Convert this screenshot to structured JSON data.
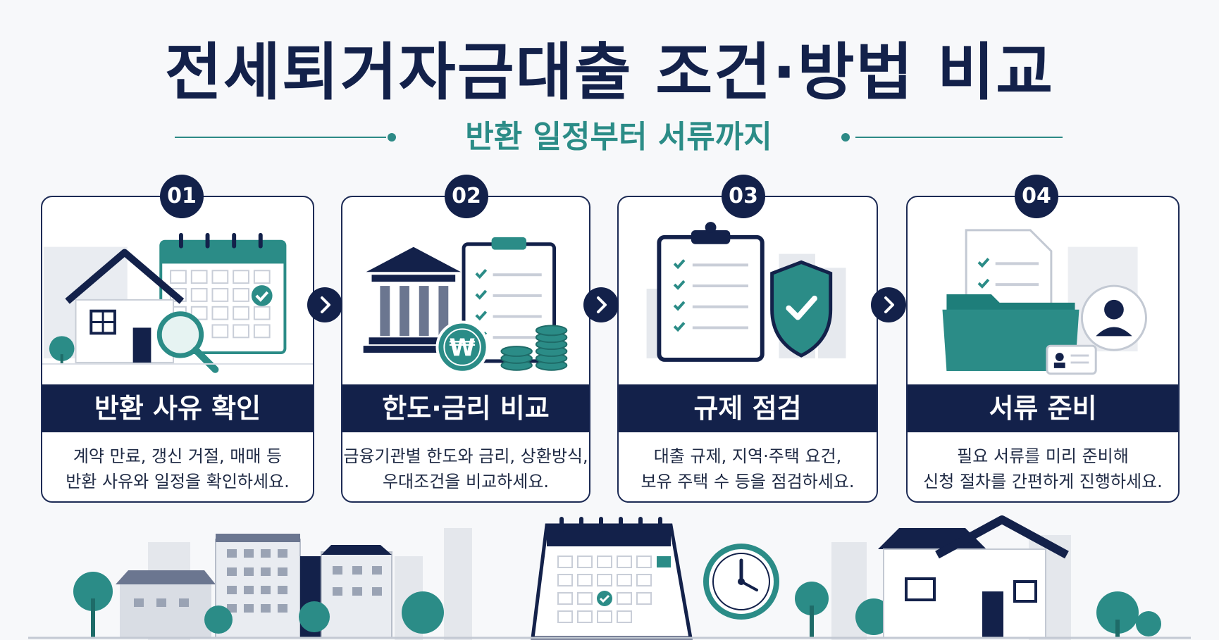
{
  "header": {
    "title": "전세퇴거자금대출 조건·방법 비교",
    "subtitle": "반환 일정부터 서류까지"
  },
  "steps": [
    {
      "number": "01",
      "title": "반환 사유 확인",
      "desc": [
        "계약 만료, 갱신 거절, 매매 등",
        "반환 사유와 일정을 확인하세요."
      ]
    },
    {
      "number": "02",
      "title": "한도·금리 비교",
      "desc": [
        "금융기관별 한도와 금리, 상환방식,",
        "우대조건을 비교하세요."
      ]
    },
    {
      "number": "03",
      "title": "규제 점검",
      "desc": [
        "대출 규제, 지역·주택 요건,",
        "보유 주택 수 등을 점검하세요."
      ]
    },
    {
      "number": "04",
      "title": "서류 준비",
      "desc": [
        "필요 서류를 미리 준비해",
        "신청 절차를 간편하게 진행하세요."
      ]
    }
  ],
  "icons": {
    "step1": [
      "house-icon",
      "magnifier-icon",
      "calendar-check-icon"
    ],
    "step2": [
      "bank-icon",
      "checklist-icon",
      "won-coin-icon",
      "coin-stack-icon"
    ],
    "step3": [
      "clipboard-checklist-icon",
      "shield-check-icon"
    ],
    "step4": [
      "document-icon",
      "folder-icon",
      "user-id-card-icon"
    ],
    "arrows": "chevron-right-icon",
    "scene": [
      "buildings-icon",
      "calendar-icon",
      "clock-icon",
      "house-icon",
      "tree-icon"
    ]
  },
  "colors": {
    "navy": "#13214a",
    "teal": "#2b8c87",
    "background": "#f7f8fa"
  }
}
